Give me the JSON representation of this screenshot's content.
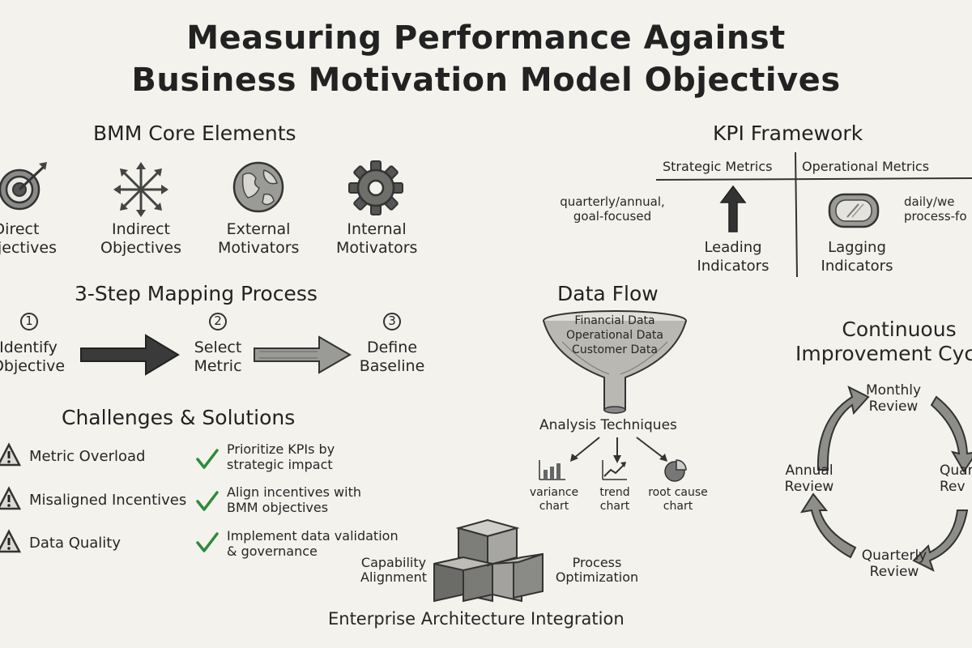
{
  "title": {
    "line1": "Measuring Performance Against",
    "line2": "Business Motivation Model Objectives"
  },
  "bmm_core": {
    "heading": "BMM Core Elements",
    "items": [
      {
        "line1": "Direct",
        "line2": "Objectives",
        "icon": "target-icon"
      },
      {
        "line1": "Indirect",
        "line2": "Objectives",
        "icon": "arrows-burst-icon"
      },
      {
        "line1": "External",
        "line2": "Motivators",
        "icon": "globe-icon"
      },
      {
        "line1": "Internal",
        "line2": "Motivators",
        "icon": "gear-icon"
      }
    ]
  },
  "kpi": {
    "heading": "KPI Framework",
    "strategic": "Strategic Metrics",
    "operational": "Operational Metrics",
    "strategic_desc_1": "quarterly/annual,",
    "strategic_desc_2": "goal-focused",
    "operational_desc_1": "daily/we",
    "operational_desc_2": "process-fo",
    "leading_1": "Leading",
    "leading_2": "Indicators",
    "lagging_1": "Lagging",
    "lagging_2": "Indicators"
  },
  "mapping": {
    "heading": "3-Step Mapping Process",
    "steps": [
      {
        "num": "1",
        "line1": "Identify",
        "line2": "Objective"
      },
      {
        "num": "2",
        "line1": "Select",
        "line2": "Metric"
      },
      {
        "num": "3",
        "line1": "Define",
        "line2": "Baseline"
      }
    ]
  },
  "dataflow": {
    "heading": "Data Flow",
    "sources": [
      "Financial Data",
      "Operational Data",
      "Customer Data"
    ],
    "analysis": "Analysis Techniques",
    "techniques": [
      {
        "line1": "variance",
        "line2": "chart"
      },
      {
        "line1": "trend",
        "line2": "chart"
      },
      {
        "line1": "root cause",
        "line2": "chart"
      }
    ]
  },
  "challenges": {
    "heading": "Challenges & Solutions",
    "items": [
      {
        "challenge": "Metric Overload",
        "sol1": "Prioritize KPIs by",
        "sol2": "strategic impact"
      },
      {
        "challenge": "Misaligned Incentives",
        "sol1": "Align incentives with",
        "sol2": "BMM objectives"
      },
      {
        "challenge": "Data Quality",
        "sol1": "Implement data validation",
        "sol2": "& governance"
      }
    ]
  },
  "cycle": {
    "heading1": "Continuous",
    "heading2": "Improvement Cyc",
    "monthly_1": "Monthly",
    "monthly_2": "Review",
    "annual_1": "Annual",
    "annual_2": "Review",
    "quarterly_1": "Quarterly",
    "quarterly_2": "Review",
    "right_1": "Quar",
    "right_2": "Rev"
  },
  "ea": {
    "capability_1": "Capability",
    "capability_2": "Alignment",
    "process_1": "Process",
    "process_2": "Optimization",
    "footer": "Enterprise Architecture Integration"
  },
  "colors": {
    "ink": "#262626",
    "check": "#2e8b3a",
    "paper": "#f3f2ed"
  }
}
